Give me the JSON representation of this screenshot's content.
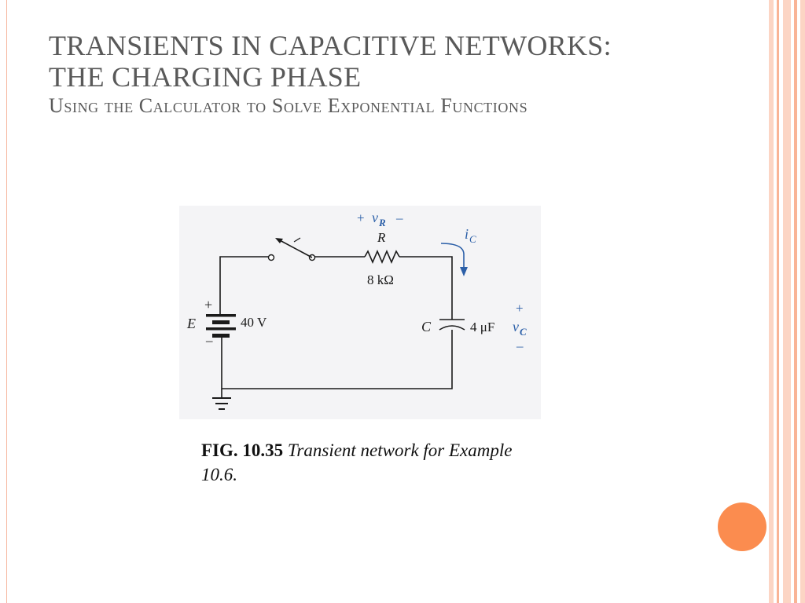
{
  "slide": {
    "title_line1": "TRANSIENTS IN CAPACITIVE NETWORKS:",
    "title_line2": "THE CHARGING PHASE",
    "subtitle": "Using the Calculator to Solve Exponential Functions"
  },
  "colors": {
    "title": "#595959",
    "accent_orange": "#fb8c4f",
    "stripe_light": "#fcd5c4",
    "stripe_mid": "#f9b496",
    "wire": "#1a1a1a",
    "annotation_blue": "#2b5fa8"
  },
  "circuit": {
    "vr_plus": "+",
    "vr_symbol": "v",
    "vr_sub": "R",
    "vr_minus": "–",
    "resistor_label": "R",
    "resistor_value": "8 kΩ",
    "current_symbol": "i",
    "current_sub": "C",
    "battery_plus": "+",
    "battery_minus": "–",
    "battery_label": "E",
    "battery_value": "40 V",
    "capacitor_label": "C",
    "capacitor_value": "4 μF",
    "vc_plus": "+",
    "vc_symbol": "v",
    "vc_sub": "C",
    "vc_minus": "–"
  },
  "caption": {
    "label": "FIG. 10.35",
    "text": "Transient network for Example 10.6."
  }
}
